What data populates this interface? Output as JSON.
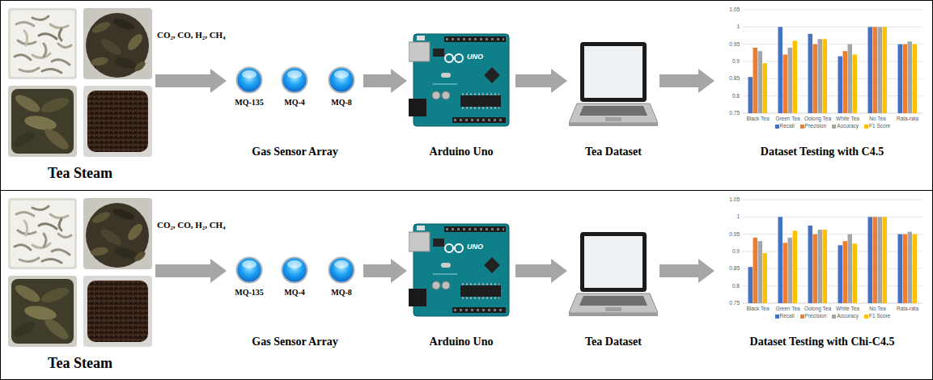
{
  "diagram": {
    "nodes": [
      {
        "text": [
          "Tea Steam"
        ]
      },
      {
        "text": [
          "Gas Sensor Array"
        ]
      },
      {
        "text": [
          "MQ-135"
        ],
        "in": 1
      },
      {
        "text": [
          "MQ-4"
        ],
        "in": 1
      },
      {
        "text": [
          "MQ-8"
        ],
        "in": 1
      },
      {
        "text": [
          "Arduino Uno"
        ]
      },
      {
        "text": [
          "Tea Dataset"
        ]
      },
      {
        "text": [
          "Dataset Testing with C4.5"
        ]
      },
      {
        "text": [
          "Tea Steam"
        ]
      },
      {
        "text": [
          "Gas Sensor Array"
        ]
      },
      {
        "text": [
          "MQ-135"
        ],
        "in": 9
      },
      {
        "text": [
          "MQ-4"
        ],
        "in": 9
      },
      {
        "text": [
          "MQ-8"
        ],
        "in": 9
      },
      {
        "text": [
          "Arduino Uno"
        ]
      },
      {
        "text": [
          "Tea Dataset"
        ]
      },
      {
        "text": [
          "Dataset Testing with Chi-C4.5"
        ]
      }
    ],
    "edges": [
      {
        "from": 0,
        "to": 1,
        "arrow": "to",
        "label": "CO₂, CO, H₂, CH₄"
      },
      {
        "from": 1,
        "to": 5,
        "arrow": "to"
      },
      {
        "from": 5,
        "to": 6,
        "arrow": "to"
      },
      {
        "from": 6,
        "to": 7,
        "arrow": "to"
      },
      {
        "from": 8,
        "to": 9,
        "arrow": "to",
        "label": "CO₂, CO, H₂, CH₄"
      },
      {
        "from": 9,
        "to": 13,
        "arrow": "to"
      },
      {
        "from": 13,
        "to": 14,
        "arrow": "to"
      },
      {
        "from": 14,
        "to": 15,
        "arrow": "to"
      }
    ],
    "labels": [
      "UNO",
      "1.05",
      "1",
      "0.95",
      "0.9",
      "0.85",
      "0.8",
      "0.75",
      "Black Tea",
      "Green Tea",
      "Oolong Tea",
      "White Tea",
      "No Tea",
      "Rata-rata",
      "UNO",
      "1.05",
      "1",
      "0.95",
      "0.9",
      "0.85",
      "0.8",
      "0.75",
      "Black Tea",
      "Green Tea",
      "Oolong Tea",
      "White Tea",
      "No Tea",
      "Rata-rata"
    ],
    "legend": [
      {
        "text": "Recall",
        "color": "#4472C4"
      },
      {
        "text": "Precision",
        "color": "#ED7D31"
      },
      {
        "text": "Accuracy",
        "color": "#A5A5A5"
      },
      {
        "text": "F1 Score",
        "color": "#FFC000"
      },
      {
        "text": "Recall",
        "color": "#4472C4"
      },
      {
        "text": "Precision",
        "color": "#ED7D31"
      },
      {
        "text": "Accuracy",
        "color": "#A5A5A5"
      },
      {
        "text": "F1 Score",
        "color": "#FFC000"
      }
    ]
  }
}
